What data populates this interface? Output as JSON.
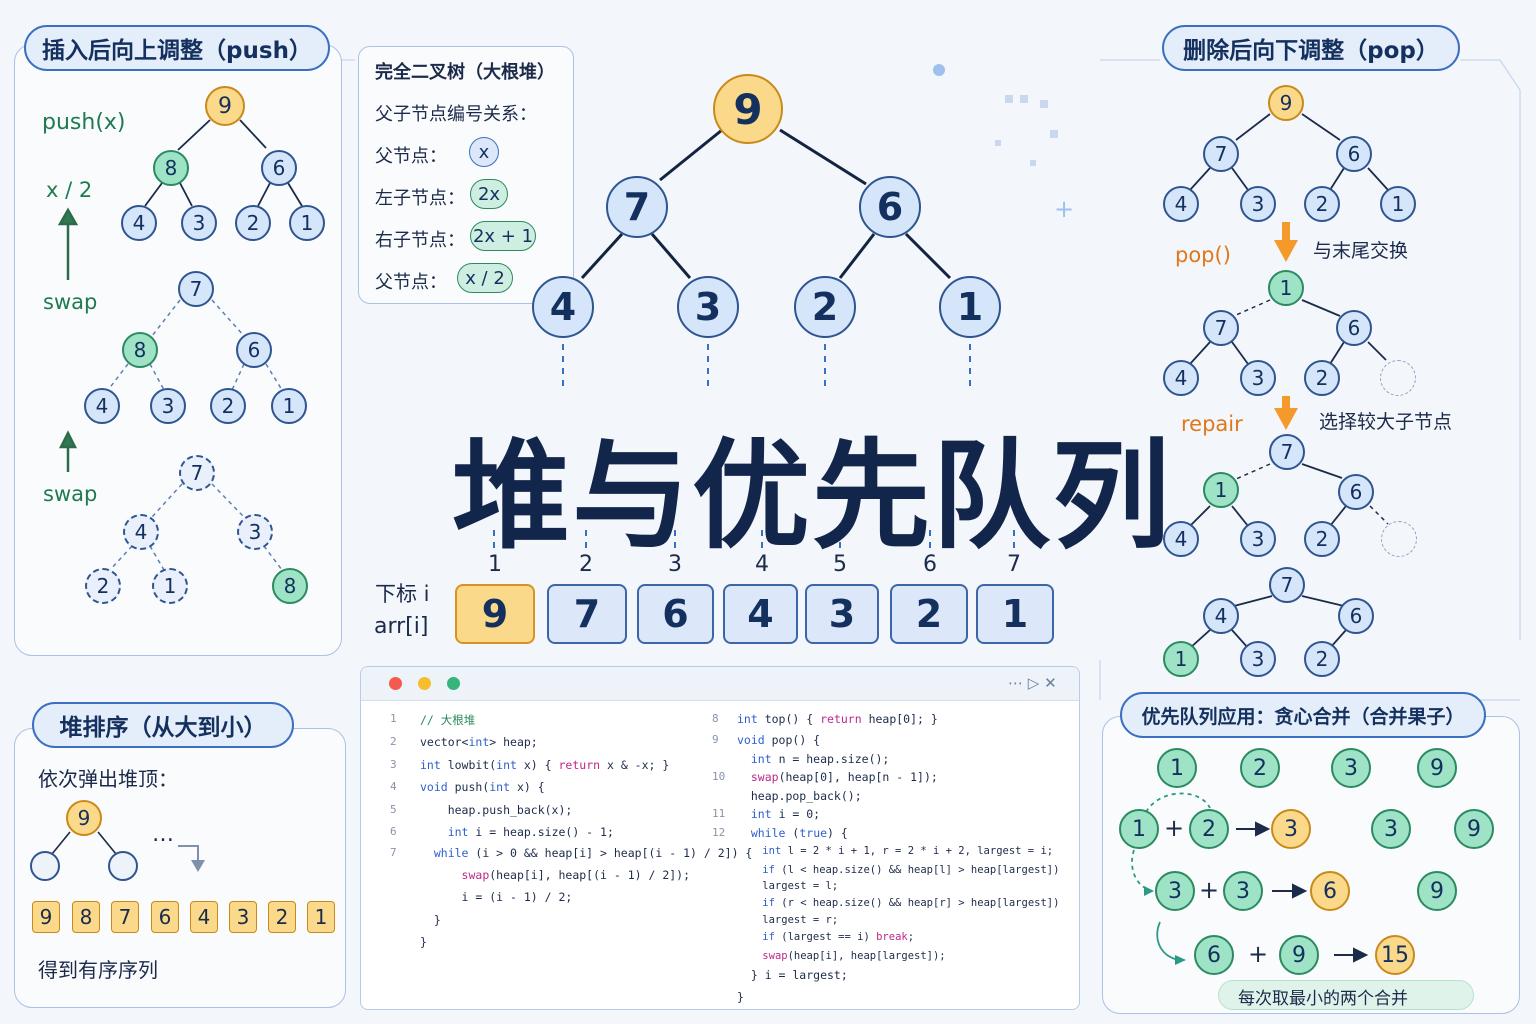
{
  "title": "堆与优先队列",
  "push_panel": {
    "heading": "插入后向上调整（push）",
    "label_push": "push(x)",
    "label_parent": "x / 2",
    "label_swap1": "swap",
    "label_swap2": "swap",
    "tree1": [
      "9",
      "8",
      "6",
      "4",
      "3",
      "2",
      "1"
    ],
    "tree2": [
      "7",
      "8",
      "6",
      "4",
      "3",
      "2",
      "1"
    ],
    "tree3": [
      "7",
      "4",
      "3",
      "2",
      "1",
      "8"
    ]
  },
  "relation_panel": {
    "heading": "完全二叉树（大根堆）",
    "subtitle": "父子节点编号关系：",
    "rows": [
      {
        "label": "父节点：",
        "value": "x"
      },
      {
        "label": "左子节点：",
        "value": "2x"
      },
      {
        "label": "右子节点：",
        "value": "2x + 1"
      },
      {
        "label": "父节点：",
        "value": "x / 2"
      }
    ]
  },
  "main_tree": [
    "9",
    "7",
    "6",
    "4",
    "3",
    "2",
    "1"
  ],
  "array": {
    "index_label": "下标 i",
    "value_label": "arr[i]",
    "indices": [
      "1",
      "2",
      "3",
      "4",
      "5",
      "6",
      "7"
    ],
    "values": [
      "9",
      "7",
      "6",
      "4",
      "3",
      "2",
      "1"
    ]
  },
  "pop_panel": {
    "heading": "删除后向下调整（pop）",
    "label_pop": "pop()",
    "note_swap": "与末尾交换",
    "label_repair": "repair",
    "note_choose": "选择较大子节点",
    "tree1": [
      "9",
      "7",
      "6",
      "4",
      "3",
      "2",
      "1"
    ],
    "tree2": [
      "1",
      "7",
      "6",
      "4",
      "3",
      "2"
    ],
    "tree3": [
      "7",
      "1",
      "6",
      "4",
      "3",
      "2"
    ],
    "tree4": [
      "7",
      "4",
      "6",
      "1",
      "3",
      "2"
    ]
  },
  "heapsort_panel": {
    "heading": "堆排序（从大到小）",
    "note_pop": "依次弹出堆顶：",
    "top": "9",
    "ellipsis": "…",
    "sequence": [
      "9",
      "8",
      "7",
      "6",
      "4",
      "3",
      "2",
      "1"
    ],
    "note_result": "得到有序序列"
  },
  "greedy_panel": {
    "heading": "优先队列应用：贪心合并（合并果子）",
    "row1": [
      "1",
      "2",
      "3",
      "9"
    ],
    "row2": {
      "a": "1",
      "b": "2",
      "sum": "3",
      "rest": [
        "3",
        "9"
      ]
    },
    "row3": {
      "a": "3",
      "b": "3",
      "sum": "6",
      "rest": [
        "9"
      ]
    },
    "row4": {
      "a": "6",
      "b": "9",
      "sum": "15"
    },
    "plus": "+",
    "note": "每次取最小的两个合并"
  },
  "code": {
    "left_lines": [
      "1",
      "2",
      "3",
      "4",
      "5",
      "6",
      "7"
    ],
    "right_lines": [
      "8",
      "9",
      "10",
      "11",
      "12"
    ],
    "left": [
      {
        "t": "// 大根堆",
        "c": "cm"
      },
      {
        "t": "vector<int> heap;",
        "c": ""
      },
      {
        "t": "int lowbit(int x) { return x & -x; }",
        "c": ""
      },
      {
        "t": "void push(int x) {",
        "c": ""
      },
      {
        "t": "    heap.push_back(x);",
        "c": ""
      },
      {
        "t": "    int i = heap.size() - 1;",
        "c": ""
      },
      {
        "t": "  while (i > 0 && heap[i] > heap[(i - 1) / 2]) {",
        "c": ""
      },
      {
        "t": "      swap(heap[i], heap[(i - 1) / 2]);",
        "c": ""
      },
      {
        "t": "      i = (i - 1) / 2;",
        "c": ""
      },
      {
        "t": "  }",
        "c": ""
      },
      {
        "t": "}",
        "c": ""
      }
    ],
    "right": [
      {
        "t": "int top() { return heap[0]; }",
        "c": ""
      },
      {
        "t": "void pop() {",
        "c": ""
      },
      {
        "t": "  int n = heap.size();",
        "c": ""
      },
      {
        "t": "  swap(heap[0], heap[n - 1]);",
        "c": ""
      },
      {
        "t": "  heap.pop_back();",
        "c": ""
      },
      {
        "t": "  int i = 0;",
        "c": ""
      },
      {
        "t": "  while (true) {",
        "c": ""
      },
      {
        "t": "    int l = 2 * i + 1, r = 2 * i + 2, largest = i;",
        "c": ""
      },
      {
        "t": "    if (l < heap.size() && heap[l] > heap[largest])",
        "c": ""
      },
      {
        "t": "    largest = l;",
        "c": ""
      },
      {
        "t": "    if (r < heap.size() && heap[r] > heap[largest])",
        "c": ""
      },
      {
        "t": "    largest = r;",
        "c": ""
      },
      {
        "t": "    if (largest == i) break;",
        "c": ""
      },
      {
        "t": "    swap(heap[i], heap[largest]);",
        "c": ""
      },
      {
        "t": "  } i = largest;",
        "c": ""
      },
      {
        "t": "}",
        "c": ""
      }
    ]
  },
  "colors": {
    "node_fill": "#d5e5fa",
    "node_gold": "#fbd98b",
    "node_mint": "#9ee3c5",
    "accent_blue": "#3b6fc2",
    "accent_green": "#1f7a4f",
    "accent_orange": "#e0781b"
  }
}
